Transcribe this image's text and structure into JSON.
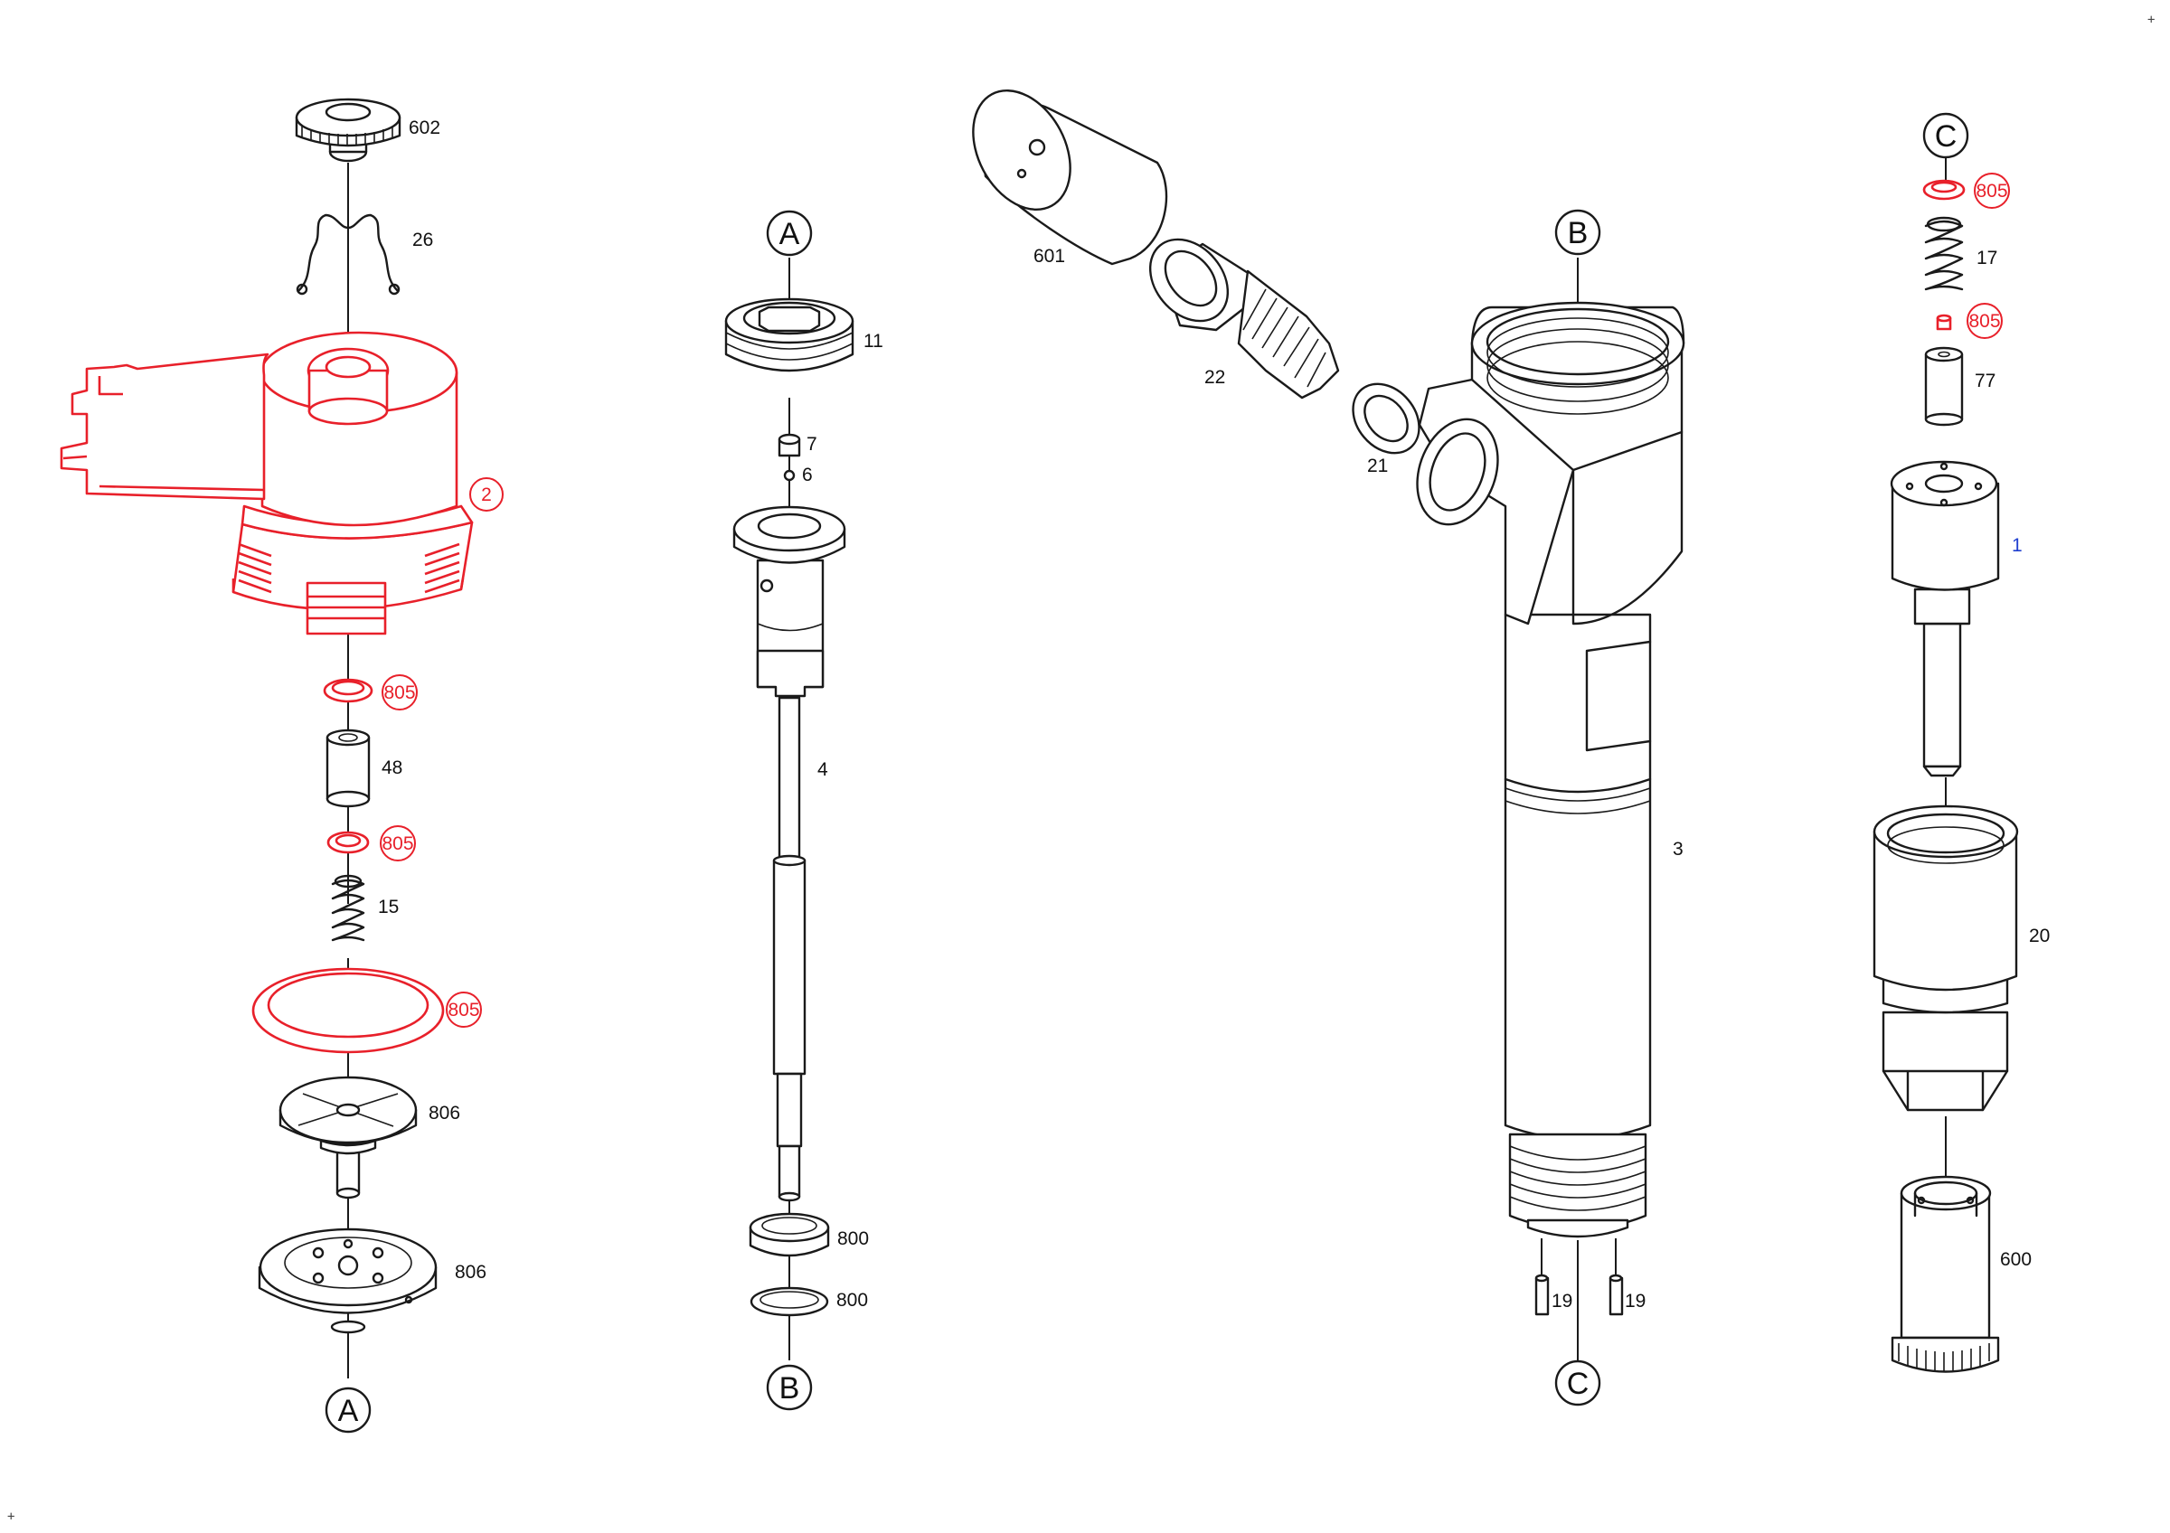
{
  "labels": {
    "p602": "602",
    "p26": "26",
    "p2": "2",
    "p805": "805",
    "p48": "48",
    "p15": "15",
    "p806": "806",
    "p11": "11",
    "p7": "7",
    "p6": "6",
    "p4": "4",
    "p800": "800",
    "p601": "601",
    "p22": "22",
    "p21": "21",
    "p3": "3",
    "p19": "19",
    "p17": "17",
    "p77": "77",
    "p1": "1",
    "p20": "20",
    "p600": "600"
  },
  "refs": {
    "A": "A",
    "B": "B",
    "C": "C"
  },
  "corner_mark": "+",
  "colors": {
    "highlight": "#e8202a",
    "line": "#1a1a1a",
    "assembly_label": "#1f3fd0"
  }
}
